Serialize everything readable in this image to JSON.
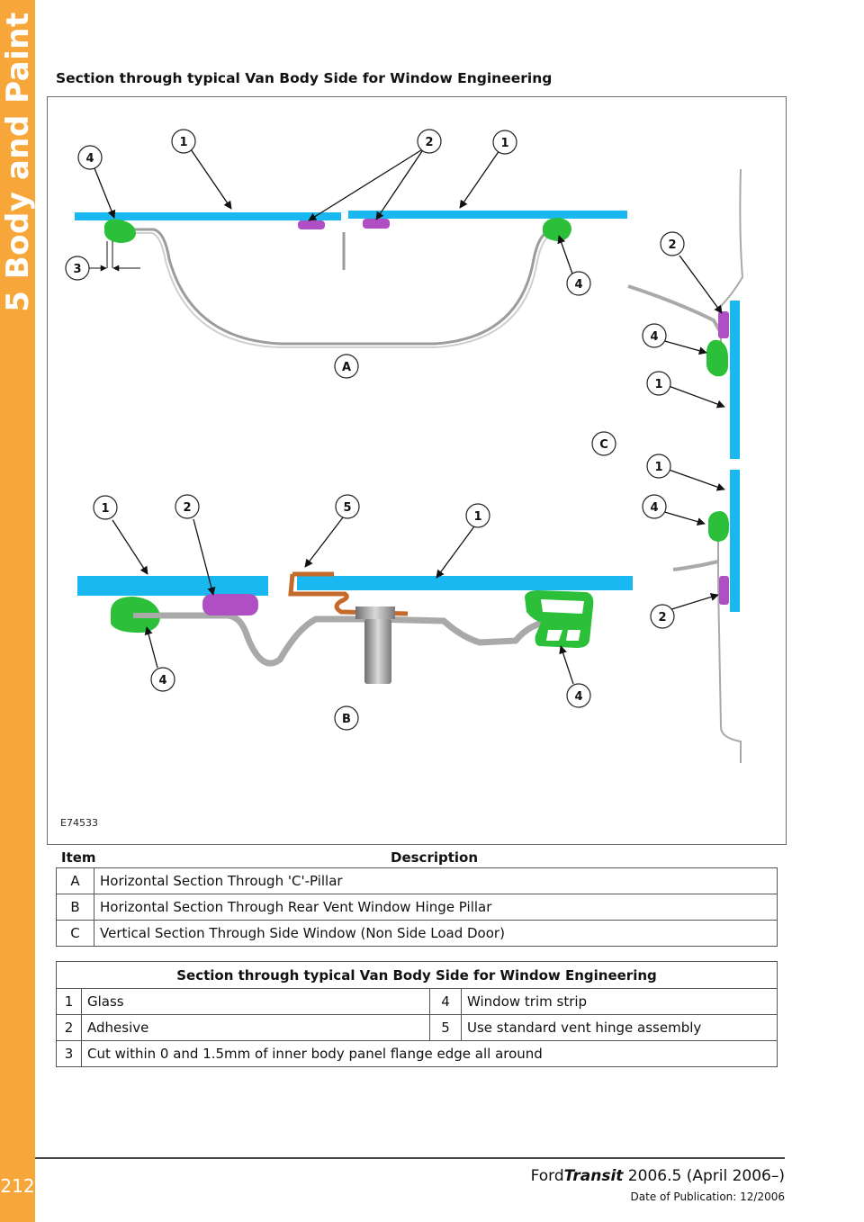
{
  "sidebar": {
    "section_title": "5 Body and Paint",
    "page_number": "212"
  },
  "page": {
    "heading": "Section through typical Van Body Side for Window Engineering"
  },
  "figure": {
    "figure_id": "E74533",
    "view_labels": [
      "A",
      "B",
      "C"
    ],
    "callouts_a": [
      "4",
      "1",
      "2",
      "1",
      "3",
      "4"
    ],
    "callouts_b": [
      "1",
      "2",
      "5",
      "1",
      "4",
      "4"
    ],
    "callouts_c": [
      "2",
      "4",
      "1",
      "1",
      "4",
      "2"
    ],
    "colors": {
      "glass": "#19b8f0",
      "adhesive": "#b04fc4",
      "trim_strip": "#2bbf3a",
      "hinge": "#c46a2a",
      "metal": "#a9a9a9"
    }
  },
  "items_table": {
    "header_item": "Item",
    "header_description": "Description",
    "rows": [
      {
        "item": "A",
        "description": "Horizontal Section Through 'C'-Pillar"
      },
      {
        "item": "B",
        "description": "Horizontal Section Through Rear Vent Window Hinge Pillar"
      },
      {
        "item": "C",
        "description": "Vertical Section Through Side Window (Non Side Load Door)"
      }
    ]
  },
  "legend_table": {
    "title": "Section through typical Van Body Side for Window Engineering",
    "rows": [
      {
        "n1": "1",
        "t1": "Glass",
        "n2": "4",
        "t2": "Window trim strip"
      },
      {
        "n1": "2",
        "t1": "Adhesive",
        "n2": "5",
        "t2": "Use standard vent hinge assembly"
      },
      {
        "n1": "3",
        "t1": "Cut within 0 and 1.5mm of inner body panel flange edge all around"
      }
    ]
  },
  "footer": {
    "brand_prefix": "Ford",
    "brand_model": "Transit",
    "brand_suffix": " 2006.5 (April 2006–)",
    "date": "Date of Publication: 12/2006"
  }
}
